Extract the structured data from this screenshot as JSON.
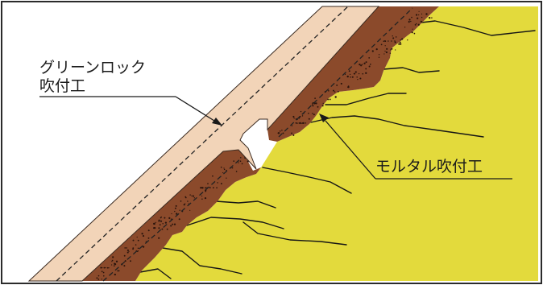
{
  "labels": {
    "green_rock": {
      "line1": "グリーンロック",
      "line2": "吹付工"
    },
    "mortar": "モルタル吹付工"
  },
  "colors": {
    "frame": "#2b2b2b",
    "background": "#ffffff",
    "green_rock_layer": "#f2d4b8",
    "mortar_layer": "#8b4a2b",
    "mortar_dots": "#2a140c",
    "rock_face": "#e3da3c",
    "rock_lines": "#151515",
    "dashed_line": "#222222",
    "label_text": "#1a1a1a"
  }
}
